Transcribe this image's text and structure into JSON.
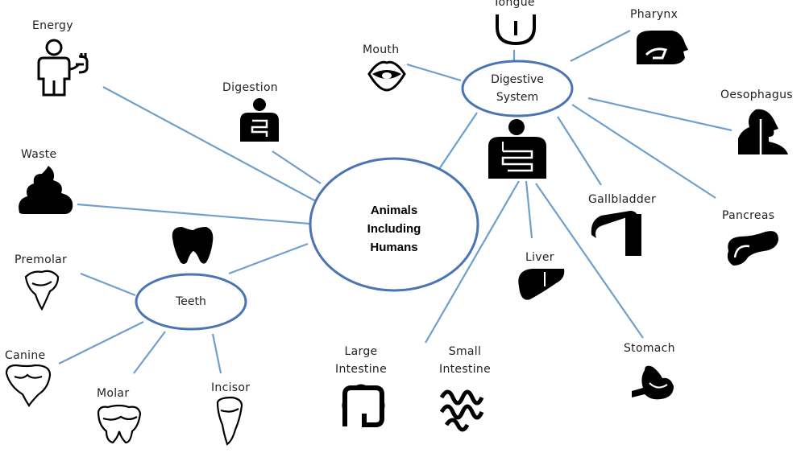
{
  "diagram": {
    "central": {
      "line1": "Animals",
      "line2": "Including",
      "line3": "Humans"
    },
    "digestive_system": {
      "line1": "Digestive",
      "line2": "System"
    },
    "teeth": "Teeth",
    "labels": {
      "energy": "Energy",
      "digestion": "Digestion",
      "waste": "Waste",
      "premolar": "Premolar",
      "canine": "Canine",
      "molar": "Molar",
      "incisor": "Incisor",
      "mouth": "Mouth",
      "tongue": "Tongue",
      "pharynx": "Pharynx",
      "oesophagus": "Oesophagus",
      "gallbladder": "Gallbladder",
      "pancreas": "Pancreas",
      "liver": "Liver",
      "stomach": "Stomach",
      "large_intestine": {
        "line1": "Large",
        "line2": "Intestine"
      },
      "small_intestine": {
        "line1": "Small",
        "line2": "Intestine"
      }
    },
    "colors": {
      "line": "#6f9fcc",
      "ellipse_stroke": "#4a74b4",
      "icon": "#000000"
    }
  }
}
